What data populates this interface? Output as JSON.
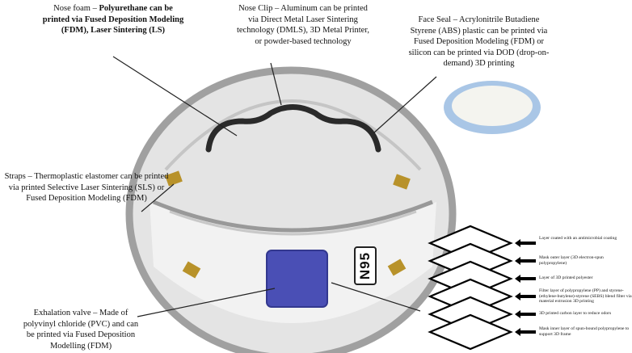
{
  "callouts": {
    "nose_foam": {
      "title": "Nose foam",
      "text": "Polyurethane can be printed via Fused Deposition Modeling (FDM), Laser Sintering (LS)"
    },
    "nose_clip": {
      "title": "Nose Clip",
      "text": "Aluminum can be printed via Direct Metal Laser Sintering technology (DMLS), 3D Metal Printer, or powder-based technology"
    },
    "face_seal": {
      "title": "Face Seal",
      "text": "Acrylonitrile Butadiene Styrene (ABS) plastic can be printed via Fused Deposition Modeling (FDM) or silicon can be printed via DOD (drop-on-demand) 3D printing"
    },
    "straps": {
      "title": "Straps",
      "text": "Thermoplastic elastomer can be printed via printed Selective Laser Sintering (SLS) or Fused Deposition Modeling (FDM)"
    },
    "exhalation_valve": {
      "title": "Exhalation valve",
      "text": "Made of polyvinyl chloride (PVC) and can be printed via Fused Deposition Modelling (FDM)"
    }
  },
  "mask_label": "N95",
  "layers": [
    "Layer coated with an antimicrobial coating",
    "Mask outer layer (3D electron-spun polypropylene)",
    "Layer of 3D printed polyester",
    "Filter layer of polypropylene (PP) and styrene-(ethylene-butylene)-styrene (SEBS) blend filter via material extrusion 3D printing",
    "3D printed carbon layer to reduce odors",
    "Mask inner layer of spun-bound polypropylene to support 3D frame"
  ],
  "colors": {
    "valve": "#4a4fb5",
    "strap": "#b8922a",
    "mask": "#e6e6e6",
    "outline": "#9a9a9a"
  }
}
